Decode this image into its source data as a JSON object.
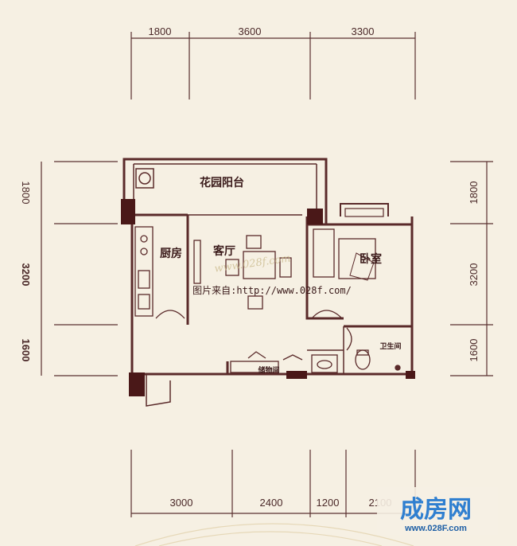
{
  "dimensions": {
    "top": [
      "1800",
      "3600",
      "3300"
    ],
    "left": [
      "1800",
      "3200",
      "1600"
    ],
    "right": [
      "1800",
      "3200",
      "1600"
    ],
    "bottom": [
      "3000",
      "2400",
      "1200",
      "2100"
    ]
  },
  "rooms": {
    "balcony": "花园阳台",
    "kitchen": "厨房",
    "living": "客厅",
    "bedroom": "卧室",
    "bathroom": "卫生间",
    "storage": "储物间"
  },
  "source_text": "图片来自:http://www.028f.com/",
  "watermark": "www.028f.com",
  "brand": {
    "name": "成房网",
    "url": "www.028F.com"
  },
  "colors": {
    "wall": "#5a2a2a",
    "column": "#4a1818",
    "line": "#5a3030",
    "background": "#f6f0e3",
    "brand": "#2f7fd0"
  }
}
